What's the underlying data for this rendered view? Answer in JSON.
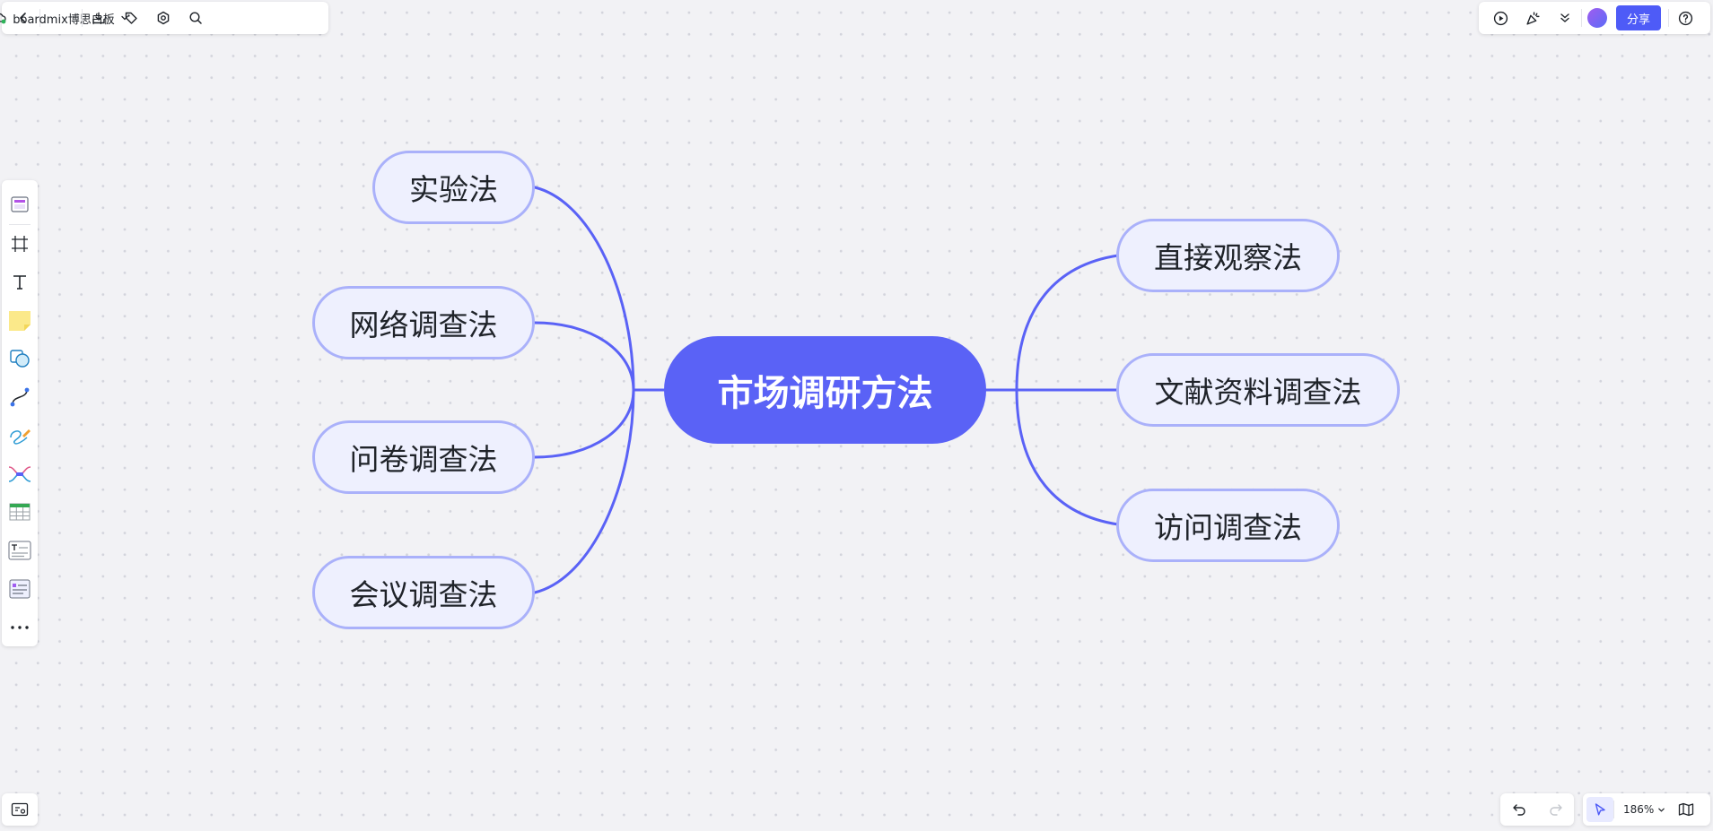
{
  "header": {
    "back_label": "返回",
    "doc_title": "boardmix博思白板",
    "share_label": "分享"
  },
  "icons": {
    "back": "chevron-left-icon",
    "cloud": "cloud-synced-icon",
    "dropdown": "chevron-down-icon",
    "download": "download-icon",
    "tag": "tag-icon",
    "settings": "gear-icon",
    "search": "search-icon",
    "present": "play-circle-icon",
    "celebrate": "party-popper-icon",
    "expand": "double-chevron-down-icon",
    "help": "help-circle-icon"
  },
  "toolbar": {
    "items": [
      "template",
      "frame",
      "text",
      "sticky-note",
      "shape",
      "connector",
      "pen",
      "mindmap",
      "table",
      "text-card",
      "list-card",
      "more"
    ]
  },
  "mindmap": {
    "root": "市场调研方法",
    "left_children": [
      "实验法",
      "网络调查法",
      "问卷调查法",
      "会议调查法"
    ],
    "right_children": [
      "直接观察法",
      "文献资料调查法",
      "访问调查法"
    ]
  },
  "footer": {
    "zoom": "186%"
  },
  "colors": {
    "accent": "#4e5bf7",
    "root_fill": "#5a62f6",
    "branch_line": "#5a62f6",
    "child_border": "#aab1fa",
    "child_fill": "#eef0fe",
    "canvas_bg": "#f2f2f5"
  }
}
